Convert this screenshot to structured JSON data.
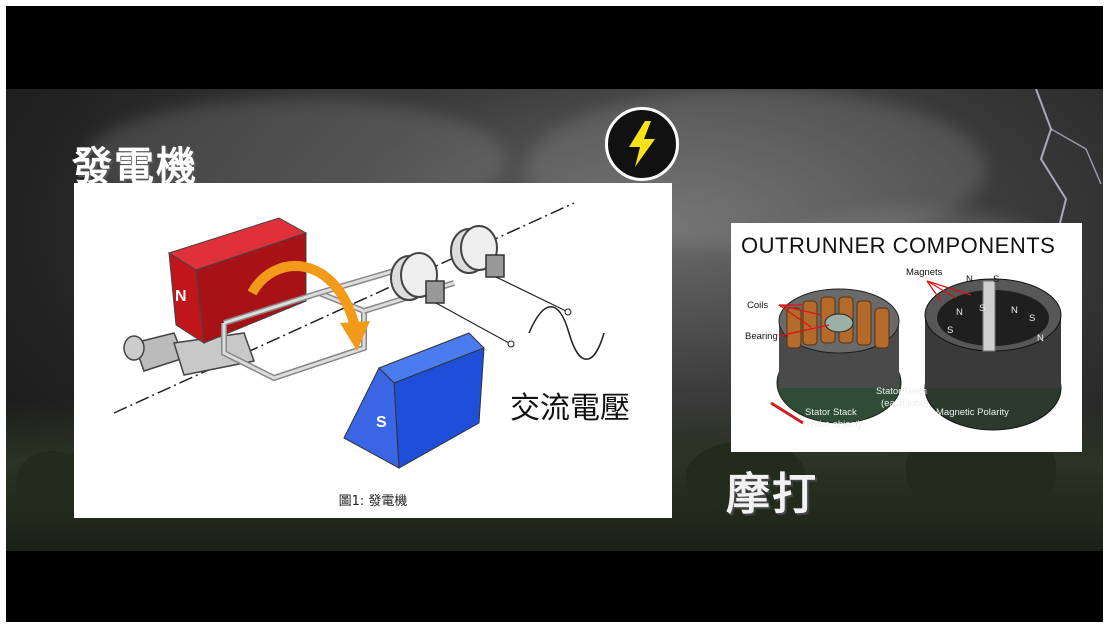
{
  "slide": {
    "generator_title": "發電機",
    "motor_title": "摩打"
  },
  "generator_figure": {
    "ac_voltage_label": "交流電壓",
    "caption": "圖1: 發電機",
    "north_pole_label": "N",
    "south_pole_label": "S",
    "colors": {
      "north": "#c0161b",
      "south": "#1f4fd8",
      "arrow": "#f29b1a"
    }
  },
  "motor_figure": {
    "heading": "OUTRUNNER COMPONENTS",
    "labels": {
      "magnets": "Magnets",
      "coils": "Coils",
      "bearing": "Bearing",
      "stator_teeth": "Stator Teeth",
      "stator_teeth_note": "(each lobe)",
      "stator_stack": "Stator Stack",
      "stator_stack_note": "(entire object)",
      "magnetic_polarity": "Magnetic Polarity"
    },
    "poles": {
      "n": "N",
      "s": "S"
    }
  },
  "badge": {
    "icon": "lightning-bolt-icon",
    "color": "#f5e21a"
  }
}
